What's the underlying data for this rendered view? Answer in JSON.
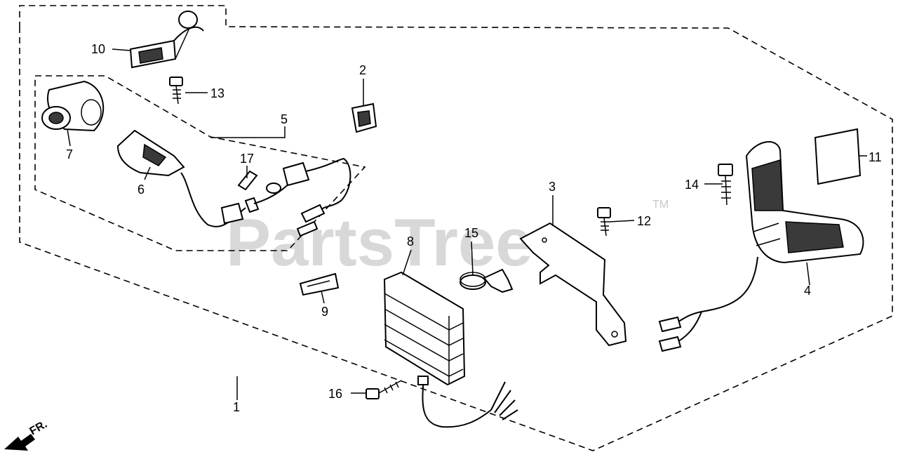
{
  "watermark": {
    "text": "PartsTree",
    "trademark": "TM"
  },
  "front_indicator": "FR.",
  "callouts": {
    "c1": "1",
    "c2": "2",
    "c3": "3",
    "c4": "4",
    "c5": "5",
    "c6": "6",
    "c7": "7",
    "c8": "8",
    "c9": "9",
    "c10": "10",
    "c11": "11",
    "c12": "12",
    "c13": "13",
    "c14": "14",
    "c15": "15",
    "c16": "16",
    "c17": "17"
  }
}
